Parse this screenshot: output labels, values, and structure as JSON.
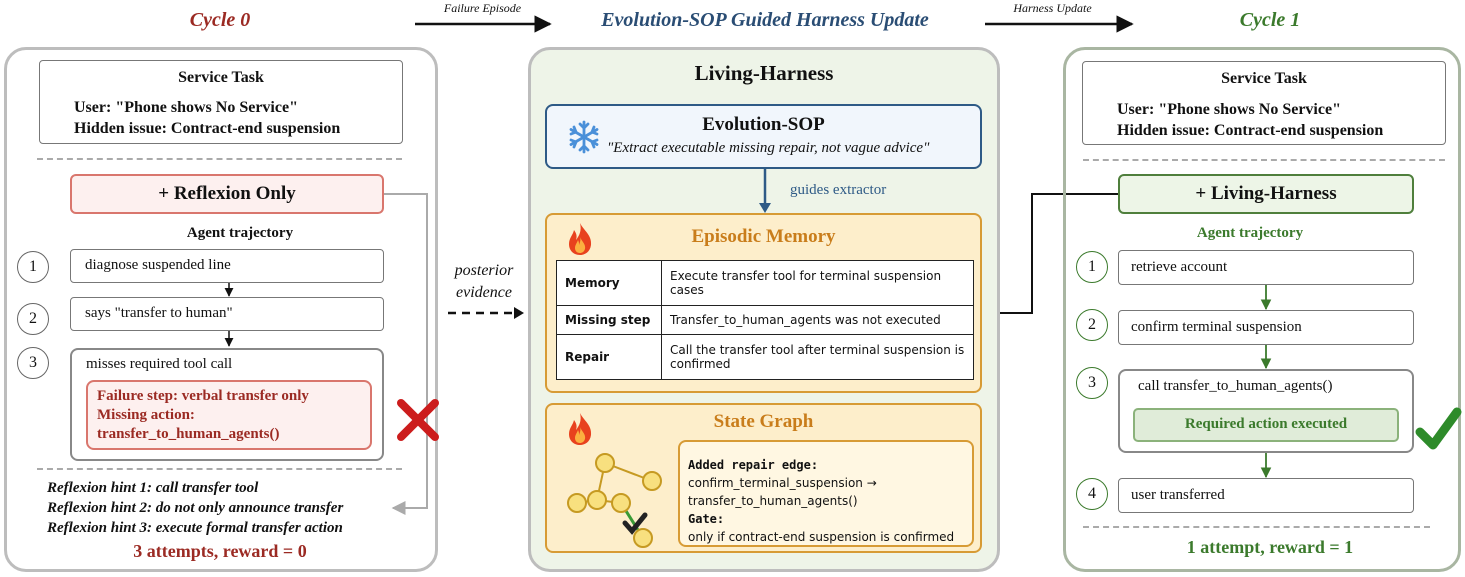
{
  "titles": {
    "cycle0": "Cycle 0",
    "center": "Evolution-SOP Guided Harness Update",
    "cycle1": "Cycle 1",
    "arrow_left": "Failure Episode",
    "arrow_right": "Harness Update"
  },
  "colors": {
    "cycle0": "#9b2a23",
    "center": "#2a4d74",
    "cycle1": "#3b7a2c",
    "panel_border": "#bdbdbd",
    "center_panel_bg": "#eef4e8",
    "memory_bg": "#fdeecb",
    "memory_border": "#d79b35",
    "reflexion_bg": "#fdf0ef",
    "reflexion_border": "#d9766d",
    "living_bg": "#edf5e7",
    "living_border": "#4f7f3c",
    "sop_bg": "#f1f6fc",
    "sop_border": "#2e5a86"
  },
  "cycle0": {
    "task_title": "Service Task",
    "user_line": "User:  \"Phone shows No Service\"",
    "hidden_line": "Hidden issue:  Contract-end suspension",
    "method_label": "+ Reflexion Only",
    "trajectory_label": "Agent trajectory",
    "steps": [
      {
        "num": "1",
        "text": "diagnose suspended line"
      },
      {
        "num": "2",
        "text": "says \"transfer to human\""
      },
      {
        "num": "3",
        "text": "misses required tool call"
      }
    ],
    "failure_lines": [
      "Failure step:  verbal transfer only",
      "Missing action:",
      "transfer_to_human_agents()"
    ],
    "fail_icon": "cross-icon",
    "hints": [
      "Reflexion hint 1:  call transfer tool",
      "Reflexion hint 2:  do not only announce transfer",
      "Reflexion hint 3:  execute formal transfer action"
    ],
    "result": "3 attempts, reward = 0"
  },
  "center": {
    "panel_title": "Living-Harness",
    "sop_icon": "snowflake-icon",
    "sop_title": "Evolution-SOP",
    "sop_quote": "\"Extract executable missing repair, not vague advice\"",
    "guides_label": "guides extractor",
    "evidence_label_1": "posterior",
    "evidence_label_2": "evidence",
    "memory_icon": "flame-icon",
    "memory_title": "Episodic Memory",
    "memory_rows": [
      {
        "key": "Memory",
        "value": "Execute transfer tool for terminal suspension cases"
      },
      {
        "key": "Missing step",
        "value": "Transfer_to_human_agents was not executed"
      },
      {
        "key": "Repair",
        "value": "Call the transfer tool after terminal suspension is confirmed"
      }
    ],
    "graph_icon": "flame-icon",
    "graph_title": "State Graph",
    "edge_heading": "Added repair edge:",
    "edge_lines": [
      "confirm_terminal_suspension →",
      "transfer_to_human_agents()"
    ],
    "gate_heading": "Gate:",
    "gate_line": "only if contract-end suspension is confirmed"
  },
  "cycle1": {
    "task_title": "Service Task",
    "user_line": "User:  \"Phone shows No Service\"",
    "hidden_line": "Hidden issue:  Contract-end suspension",
    "method_label": "+ Living-Harness",
    "trajectory_label": "Agent trajectory",
    "steps": [
      {
        "num": "1",
        "text": "retrieve account"
      },
      {
        "num": "2",
        "text": "confirm terminal suspension"
      },
      {
        "num": "3",
        "text": "call transfer_to_human_agents()"
      },
      {
        "num": "4",
        "text": "user transferred"
      }
    ],
    "executed_label": "Required action executed",
    "success_icon": "checkmark-icon",
    "result": "1 attempt, reward = 1"
  }
}
